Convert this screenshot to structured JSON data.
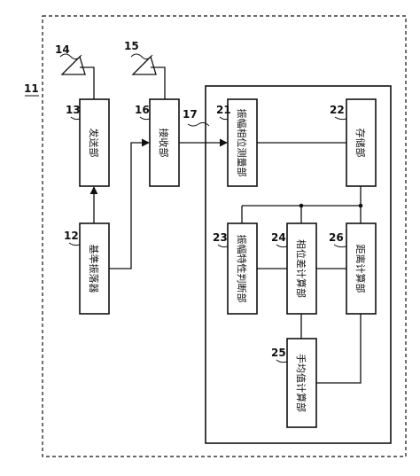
{
  "figure_ref": "11",
  "blocks": {
    "reference_oscillator": {
      "label": "基準振落器",
      "ref": "12"
    },
    "transmitter": {
      "label": "发送部",
      "ref": "13"
    },
    "tx_antenna": {
      "ref": "14"
    },
    "rx_antenna": {
      "ref": "15"
    },
    "receiver": {
      "label": "接收部",
      "ref": "16"
    },
    "subsystem": {
      "ref": "17"
    },
    "amp_phase_measure": {
      "label": "振幅相位测量部",
      "ref": "21"
    },
    "storage": {
      "label": "存储部",
      "ref": "22"
    },
    "amp_characteristic_judge": {
      "label": "振幅特性判断部",
      "ref": "23"
    },
    "phase_diff_calc": {
      "label": "相位差计算部",
      "ref": "24"
    },
    "average_calc": {
      "label": "手均值计算部",
      "ref": "25"
    },
    "distance_calc": {
      "label": "距离计算部",
      "ref": "26"
    }
  }
}
